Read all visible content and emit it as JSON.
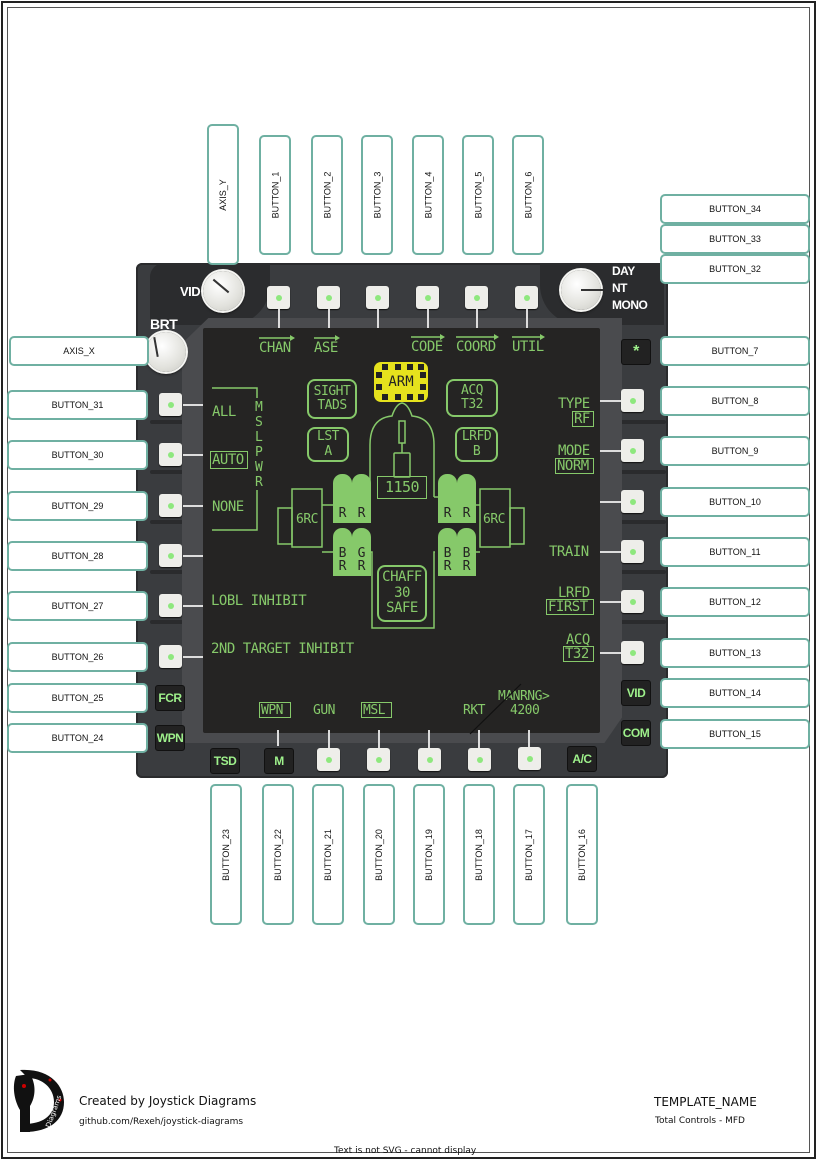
{
  "panel": {
    "knob_vid_label": "VID",
    "knob_brt_label": "BRT",
    "mode_knob_options": [
      "DAY",
      "NT",
      "MONO"
    ],
    "hw_buttons": {
      "asterisk": "*",
      "fcr": "FCR",
      "wpn": "WPN",
      "vid": "VID",
      "com": "COM",
      "tsd": "TSD",
      "m": "M",
      "ac": "A/C"
    }
  },
  "callouts": {
    "top": [
      "AXIS_Y",
      "BUTTON_1",
      "BUTTON_2",
      "BUTTON_3",
      "BUTTON_4",
      "BUTTON_5",
      "BUTTON_6"
    ],
    "right": [
      "BUTTON_34",
      "BUTTON_33",
      "BUTTON_32",
      "BUTTON_7",
      "BUTTON_8",
      "BUTTON_9",
      "BUTTON_10",
      "BUTTON_11",
      "BUTTON_12",
      "BUTTON_13",
      "BUTTON_14",
      "BUTTON_15"
    ],
    "bottom": [
      "BUTTON_23",
      "BUTTON_22",
      "BUTTON_21",
      "BUTTON_20",
      "BUTTON_19",
      "BUTTON_18",
      "BUTTON_17",
      "BUTTON_16"
    ],
    "left": [
      "AXIS_X",
      "BUTTON_31",
      "BUTTON_30",
      "BUTTON_29",
      "BUTTON_28",
      "BUTTON_27",
      "BUTTON_26",
      "BUTTON_25",
      "BUTTON_24"
    ]
  },
  "screen": {
    "top_labels": [
      "CHAN",
      "ASE",
      "CODE",
      "COORD",
      "UTIL"
    ],
    "left": {
      "all": "ALL",
      "auto": "AUTO",
      "none": "NONE",
      "msl_pwr": "MSL PWR",
      "lobl_inhibit": "LOBL INHIBIT",
      "second_target_inhibit": "2ND TARGET INHIBIT"
    },
    "right": {
      "type_label": "TYPE",
      "type_value": "RF",
      "mode_label": "MODE",
      "mode_value": "NORM",
      "train": "TRAIN",
      "lrfd_label": "LRFD",
      "lrfd_value": "FIRST",
      "acq_label": "ACQ",
      "acq_value": "T32"
    },
    "center": {
      "arm": "ARM",
      "sight_line1": "SIGHT",
      "sight_line2": "TADS",
      "acq_line1": "ACQ",
      "acq_line2": "T32",
      "lst_line1": "LST",
      "lst_line2": "A",
      "lrfd_line1": "LRFD",
      "lrfd_line2": "B",
      "gun_rounds": "1150",
      "rocket_pod_left": "6RC",
      "rocket_pod_right": "6RC",
      "chaff_line1": "CHAFF",
      "chaff_line2": "30",
      "chaff_line3": "SAFE",
      "missile_r": "R",
      "missile_b": "B",
      "missile_g": "G"
    },
    "bottom": {
      "wpn": "WPN",
      "gun": "GUN",
      "msl": "MSL",
      "rkt": "RKT",
      "manrng_label": "MANRNG>",
      "manrng_value": "4200"
    }
  },
  "footer": {
    "created_by": "Created by Joystick Diagrams",
    "url": "github.com/Rexeh/joystick-diagrams",
    "template_name": "TEMPLATE_NAME",
    "template_subtitle": "Total Controls - MFD",
    "svg_warning": "Text is not SVG - cannot display",
    "logo_text": "Diagrams"
  }
}
